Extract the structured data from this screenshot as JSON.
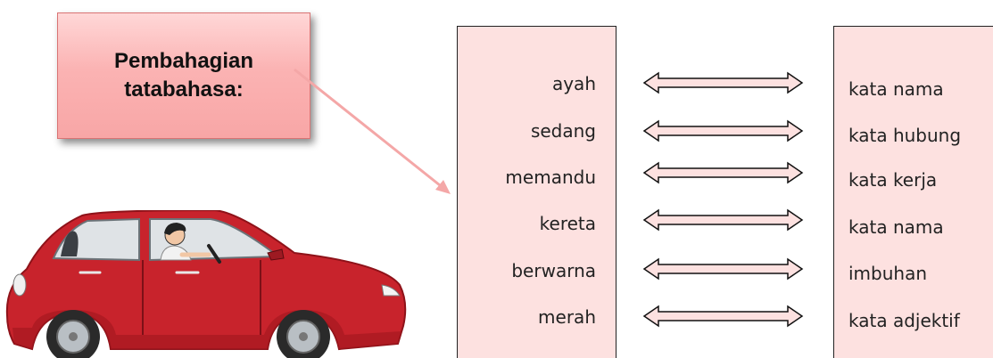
{
  "callout": {
    "line1": "Pembahagian",
    "line2": "tatabahasa:"
  },
  "words": [
    {
      "left": "ayah",
      "right": "kata nama"
    },
    {
      "left": "sedang",
      "right": "kata hubung"
    },
    {
      "left": "memandu",
      "right": "kata kerja"
    },
    {
      "left": "kereta",
      "right": "kata nama"
    },
    {
      "left": "berwarna",
      "right": "imbuhan"
    },
    {
      "left": "merah",
      "right": "kata adjektif"
    }
  ],
  "colors": {
    "callout_fill": "#f8a6a6",
    "column_fill": "#fde1e0",
    "arrow_fill": "#fde1e0",
    "car_body": "#c8232c"
  }
}
